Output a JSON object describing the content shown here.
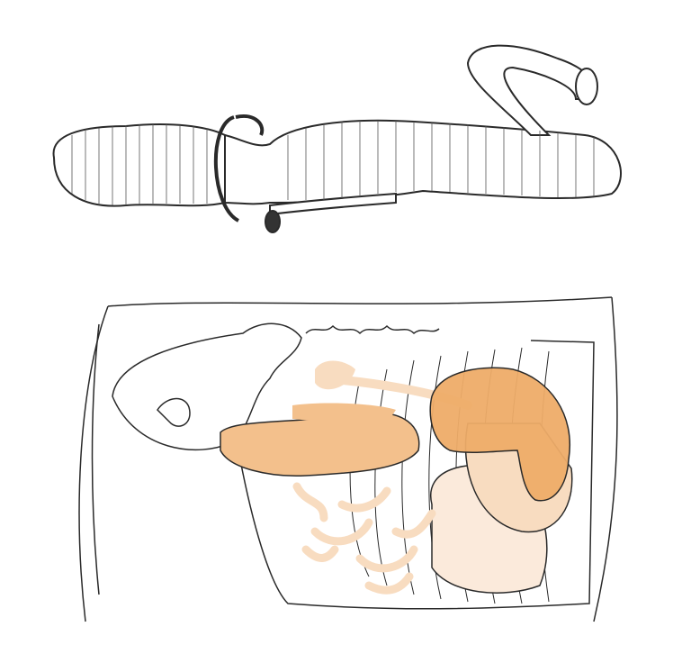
{
  "figure": {
    "panels": [
      {
        "id": "top",
        "subject": "twisted-intestine-illustration"
      },
      {
        "id": "bottom",
        "subject": "abdominal-cavity-illustration"
      }
    ],
    "colors": {
      "line": "#2a2a2a",
      "organ_dark": "#eeac68",
      "organ_mid": "#f3c08c",
      "organ_light": "#f8dcc0",
      "organ_pale": "#fbeadb",
      "background": "#ffffff"
    }
  }
}
